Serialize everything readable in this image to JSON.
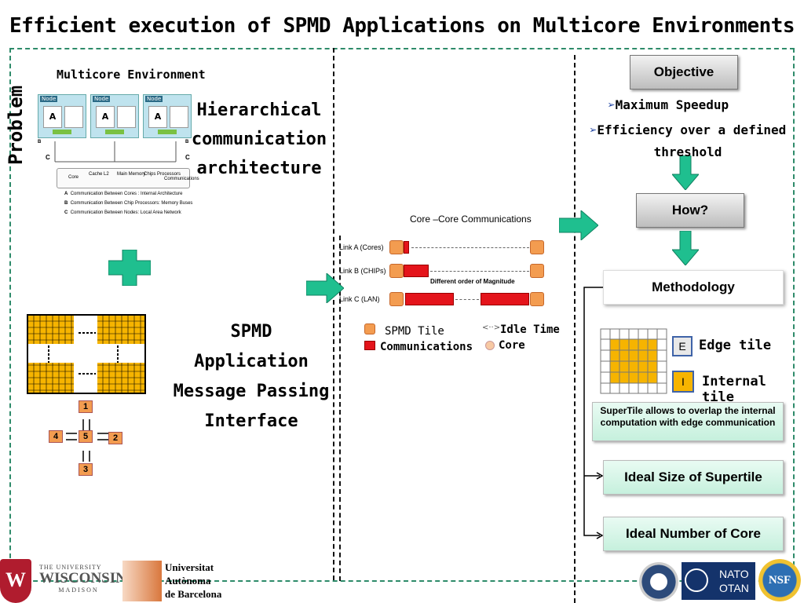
{
  "title": "Efficient execution of SPMD Applications on Multicore  Environments",
  "problem_label": "Problem",
  "multicore": {
    "heading": "Multicore Environment",
    "node_label": "Node",
    "core_letter": "A",
    "b_label": "B",
    "c_label": "C",
    "legend_core": "Core",
    "legend_cache": "Cache L2",
    "legend_memory": "Main Memory",
    "legend_chips": "Chips Processors",
    "legend_comm": "Communications",
    "notes": [
      {
        "key": "A",
        "text": "Communication Between Cores : Internal Architecture"
      },
      {
        "key": "B",
        "text": "Communication Between Chip Processors: Memory Buses"
      },
      {
        "key": "C",
        "text": "Communication  Between Nodes: Local Area Network"
      }
    ]
  },
  "hierarchical": [
    "Hierarchical",
    "communication",
    "architecture"
  ],
  "spmd": [
    "SPMD",
    "Application",
    "Message Passing",
    "Interface"
  ],
  "tile_numbers": [
    "1",
    "2",
    "3",
    "4",
    "5"
  ],
  "core_comm": {
    "title": "Core –Core Communications",
    "links": [
      "Link A (Cores)",
      "Link B (CHIPs)",
      "Link C (LAN)"
    ],
    "magnitude_note": "Different order of Magnitude",
    "legend_spmd_tile": "SPMD Tile",
    "legend_communications": "Communications",
    "legend_idle": "Idle Time",
    "legend_core": "Core"
  },
  "objective": {
    "button": "Objective",
    "bullets": [
      "Maximum Speedup",
      "Efficiency over a defined threshold"
    ]
  },
  "how_button": "How?",
  "methodology": "Methodology",
  "edge_tile": {
    "letter": "E",
    "label": "Edge tile"
  },
  "internal_tile": {
    "letter": "I",
    "label": "Internal tile"
  },
  "supertile_note": "SuperTile  allows to overlap the internal computation with edge communication",
  "ideal_size": "Ideal Size of Supertile",
  "ideal_cores": "Ideal Number of Core",
  "logos": {
    "wisconsin_top": "THE UNIVERSITY",
    "wisconsin_mid": "WISCONSIN",
    "wisconsin_bottom": "MADISON",
    "uab": [
      "Universitat",
      "Autònoma",
      "de Barcelona"
    ],
    "nato": [
      "NATO",
      "OTAN"
    ],
    "nsf": "NSF"
  },
  "colors": {
    "accent_green": "#1fbf8f",
    "tile_orange": "#f6b400",
    "comm_red": "#e4141b",
    "core_orange": "#f39c50",
    "frame_green": "#2e8b6a"
  }
}
